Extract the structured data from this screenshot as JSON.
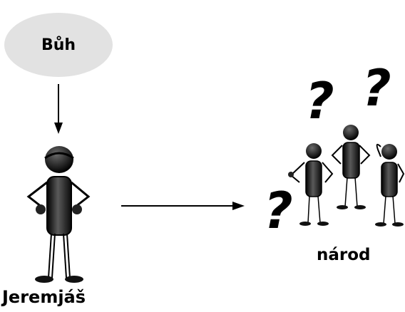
{
  "labels": {
    "god": "Bůh",
    "sender": "Jeremjáš",
    "people": "národ"
  },
  "question_marks": [
    "?",
    "?",
    "?"
  ],
  "colors": {
    "bubble": "#e2e2e2",
    "figure_dark": "#111111",
    "line": "#000000"
  }
}
